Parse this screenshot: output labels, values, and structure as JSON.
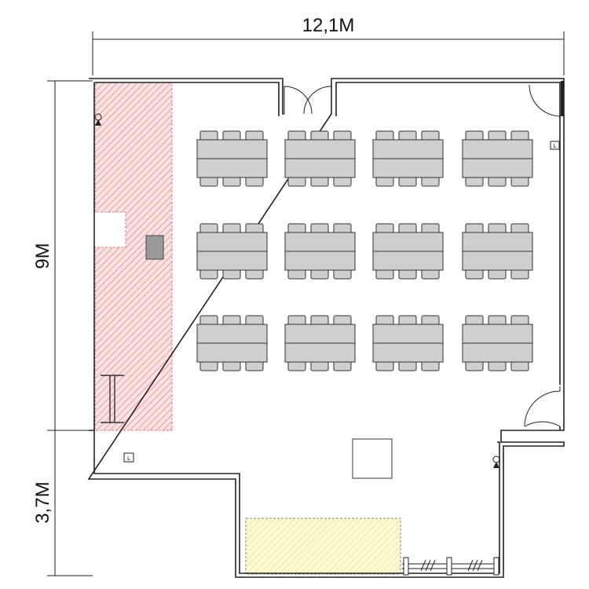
{
  "dimensions": {
    "width_label": "12,1M",
    "depth_main_label": "9M",
    "depth_annex_label": "3,7M"
  },
  "zones": {
    "stage_area": {
      "name": "stage-area",
      "color": "#e77a7a"
    },
    "corridor_area": {
      "name": "storage-area",
      "color": "#e6e27a"
    }
  },
  "tables": {
    "rows": 3,
    "cols": 4,
    "seats_per_side": 3,
    "table_color": "#cfcfcf"
  },
  "markers": {
    "light_switch_glyph": "L"
  },
  "icons": [
    "lectern-icon",
    "projector-icon",
    "speaker-icon",
    "door-icon",
    "window-hatch-icon",
    "light-switch-icon",
    "column-icon"
  ]
}
